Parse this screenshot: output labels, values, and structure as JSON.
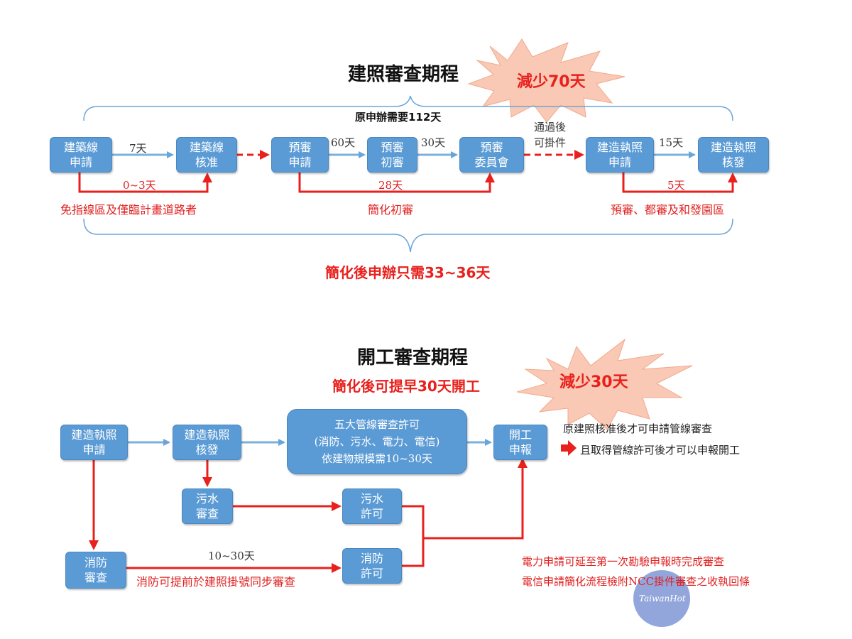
{
  "top": {
    "title": "建照審查期程",
    "burst": "減少70天",
    "original_note": "原申辦需要112天",
    "boxes": {
      "b1": [
        "建築線",
        "申請"
      ],
      "b2": [
        "建築線",
        "核准"
      ],
      "b3": [
        "預審",
        "申請"
      ],
      "b4": [
        "預審",
        "初審"
      ],
      "b5": [
        "預審",
        "委員會"
      ],
      "b6": [
        "建造執照",
        "申請"
      ],
      "b7": [
        "建造執照",
        "核發"
      ]
    },
    "labels": {
      "d7": "7天",
      "d60": "60天",
      "d30": "30天",
      "d15": "15天",
      "pass1": "通過後",
      "pass2": "可掛件",
      "r0_3": "0~3天",
      "r28": "28天",
      "r5": "5天",
      "note1": "免指線區及僅臨計畫道路者",
      "note2": "簡化初審",
      "note3": "預審、都審及和發園區"
    },
    "result": "簡化後申辦只需33~36天"
  },
  "bottom": {
    "title": "開工審查期程",
    "subtitle": "簡化後可提早30天開工",
    "burst": "減少30天",
    "boxes": {
      "c1": [
        "建造執照",
        "申請"
      ],
      "c2": [
        "建造執照",
        "核發"
      ],
      "c3": [
        "五大管線審查許可",
        "(消防、污水、電力、電信)",
        "依建物規模需10~30天"
      ],
      "c4": [
        "開工",
        "申報"
      ],
      "c5": [
        "污水",
        "審查"
      ],
      "c6": [
        "污水",
        "許可"
      ],
      "c7": [
        "消防",
        "審查"
      ],
      "c8": [
        "消防",
        "許可"
      ]
    },
    "labels": {
      "d10_30": "10~30天",
      "fire_note": "消防可提前於建照掛號同步審查",
      "orig1": "原建照核准後才可申請管線審查",
      "orig2": "且取得管線許可後才可以申報開工",
      "power_note": "電力申請可延至第一次勘驗申報時完成審查",
      "telecom_note": "電信申請簡化流程檢附NCC掛件審查之收執回條"
    }
  },
  "watermark": "TaiwanHot",
  "colors": {
    "box_fill": "#5b9bd5",
    "arrow_blue": "#7ab0dc",
    "arrow_red": "#e8211d",
    "burst_fill": "#f9c9b5",
    "bracket": "#6aa5d8"
  }
}
